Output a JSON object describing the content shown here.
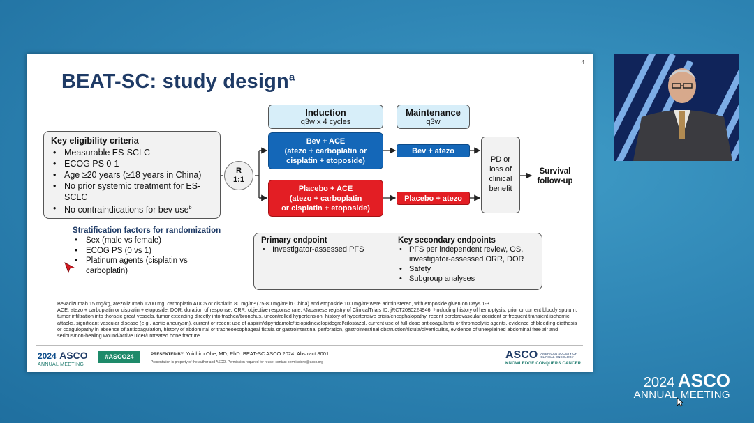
{
  "slide": {
    "number": "4",
    "title": "BEAT-SC: study design",
    "title_sup": "a"
  },
  "induction": {
    "title": "Induction",
    "sub": "q3w x 4 cycles"
  },
  "maintenance": {
    "title": "Maintenance",
    "sub": "q3w"
  },
  "eligibility": {
    "heading": "Key eligibility criteria",
    "items": [
      "Measurable ES-SCLC",
      "ECOG PS 0-1",
      "Age ≥20 years (≥18 years in China)",
      "No prior systemic treatment for ES-SCLC",
      "No contraindications for bev use"
    ],
    "last_item_sup": "b"
  },
  "randomization": {
    "line1": "R",
    "line2": "1:1"
  },
  "arms": {
    "bev_ace": {
      "line1": "Bev + ACE",
      "line2": "(atezo + carboplatin or",
      "line3": "cisplatin + etoposide)"
    },
    "placebo_ace": {
      "line1": "Placebo + ACE",
      "line2": "(atezo + carboplatin",
      "line3": "or cisplatin + etoposide)"
    },
    "bev_atezo": "Bev + atezo",
    "placebo_atezo": "Placebo + atezo"
  },
  "pd_box": {
    "line1": "PD or",
    "line2": "loss of",
    "line3": "clinical",
    "line4": "benefit"
  },
  "survival": {
    "line1": "Survival",
    "line2": "follow-up"
  },
  "stratification": {
    "heading": "Stratification factors for randomization",
    "items": [
      "Sex (male vs female)",
      "ECOG PS (0 vs 1)",
      "Platinum agents (cisplatin vs carboplatin)"
    ]
  },
  "endpoints": {
    "primary_heading": "Primary endpoint",
    "primary_items": [
      "Investigator-assessed PFS"
    ],
    "secondary_heading": "Key secondary endpoints",
    "secondary_items": [
      "PFS per independent review, OS, investigator-assessed ORR, DOR",
      "Safety",
      "Subgroup analyses"
    ]
  },
  "footnote": {
    "p1": "Bevacizumab 15 mg/kg, atezolizumab 1200 mg, carboplatin AUC5 or cisplatin 80 mg/m² (75-80 mg/m² in China) and etoposide 100 mg/m² were administered, with etoposide given on Days 1-3.",
    "p2": "ACE, atezo + carboplatin or cisplatin + etoposide; DOR, duration of response; ORR, objective response rate. ᵃJapanese registry of ClinicalTrials ID, jRCT2080224946. ᵇIncluding history of hemoptysis, prior or current bloody sputum, tumor infiltration into thoracic great vessels, tumor extending directly into trachea/bronchus, uncontrolled hypertension, history of hypertensive crisis/encephalopathy, recent cerebrovascular accident or frequent transient ischemic attacks, significant vascular disease (e.g., aortic aneurysm), current or recent use of aspirin/dipyridamole/ticlopidine/clopidogrel/cilostazol, current use of full-dose anticoagulants or thrombolytic agents, evidence of bleeding diathesis or coagulopathy in absence of anticoagulation, history of abdominal or tracheoesophageal fistula or gastrointestinal perforation, gastrointestinal obstruction/fistula/diverticulitis, evidence of unexplained abdominal free air and serious/non-healing wound/active ulcer/untreated bone fracture."
  },
  "footer": {
    "logo_year": "2024",
    "logo_asco": "ASCO",
    "logo_sub": "ANNUAL MEETING",
    "hashtag": "#ASCO24",
    "presented_by": "PRESENTED BY:",
    "presenter": "Yuichiro Ohe, MD, PhD. BEAT-SC ASCO 2024. Abstract 8001",
    "property_note": "Presentation is property of the author and ASCO. Permission required for reuse; contact permissions@asco.org",
    "right_asco": "ASCO",
    "right_society_1": "AMERICAN SOCIETY OF",
    "right_society_2": "CLINICAL ONCOLOGY",
    "right_tag": "KNOWLEDGE CONQUERS CANCER"
  },
  "background_logo": {
    "year": "2024",
    "asco": "ASCO",
    "meeting": "ANNUAL MEETING"
  },
  "colors": {
    "bev_blue": "#1467b8",
    "placebo_red": "#e31e24",
    "title_navy": "#1f3b66",
    "background_blue": "#2f86b5"
  }
}
